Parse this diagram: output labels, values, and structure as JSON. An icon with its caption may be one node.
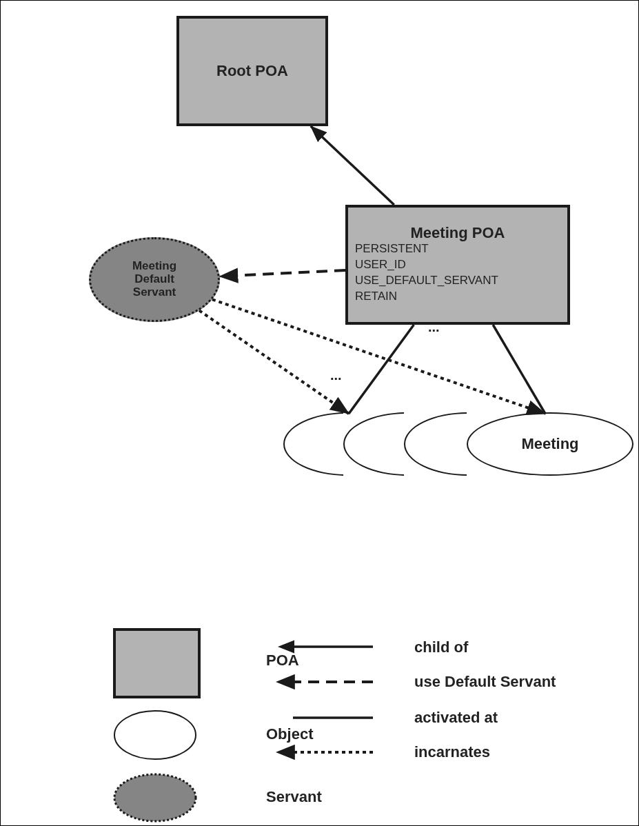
{
  "diagram": {
    "nodes": [
      {
        "text": [
          "Root POA"
        ]
      },
      {
        "text": [
          "Meeting POA",
          "PERSISTENT",
          "USER_ID",
          "USE_DEFAULT_SERVANT",
          "RETAIN"
        ]
      },
      {
        "text": [
          "Meeting Default Servant"
        ]
      },
      {
        "text": [],
        "shape": "ellipse"
      },
      {
        "text": [],
        "shape": "ellipse"
      },
      {
        "text": [],
        "shape": "ellipse"
      },
      {
        "text": [
          "Meeting"
        ]
      }
    ],
    "edges": [
      {
        "from": 1,
        "to": 0,
        "arrow": "to"
      },
      {
        "from": 1,
        "to": 2,
        "arrow": "to",
        "style": "dashed"
      },
      {
        "from": 2,
        "to": 3,
        "arrow": "to",
        "style": "dashed"
      },
      {
        "from": 2,
        "to": 6,
        "arrow": "to",
        "style": "dashed"
      },
      {
        "from": 1,
        "to": 3,
        "arrow": "none"
      },
      {
        "from": 1,
        "to": 6,
        "arrow": "none"
      }
    ],
    "labels": [
      "...",
      "..."
    ],
    "legend": [
      {
        "text": "POA"
      },
      {
        "text": "Object"
      },
      {
        "text": "Servant"
      },
      {
        "text": "child of"
      },
      {
        "text": "use Default Servant"
      },
      {
        "text": "activated at"
      },
      {
        "text": "incarnates"
      }
    ]
  }
}
